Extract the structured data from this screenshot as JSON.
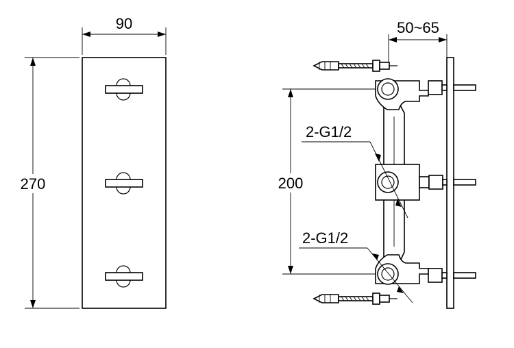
{
  "front_view": {
    "width_label": "90",
    "height_label": "270",
    "handle_count": 3
  },
  "side_view": {
    "depth_label": "50~65",
    "spacing_label": "200",
    "thread_label_top": "2-G1/2",
    "thread_label_bottom": "2-G1/2"
  }
}
